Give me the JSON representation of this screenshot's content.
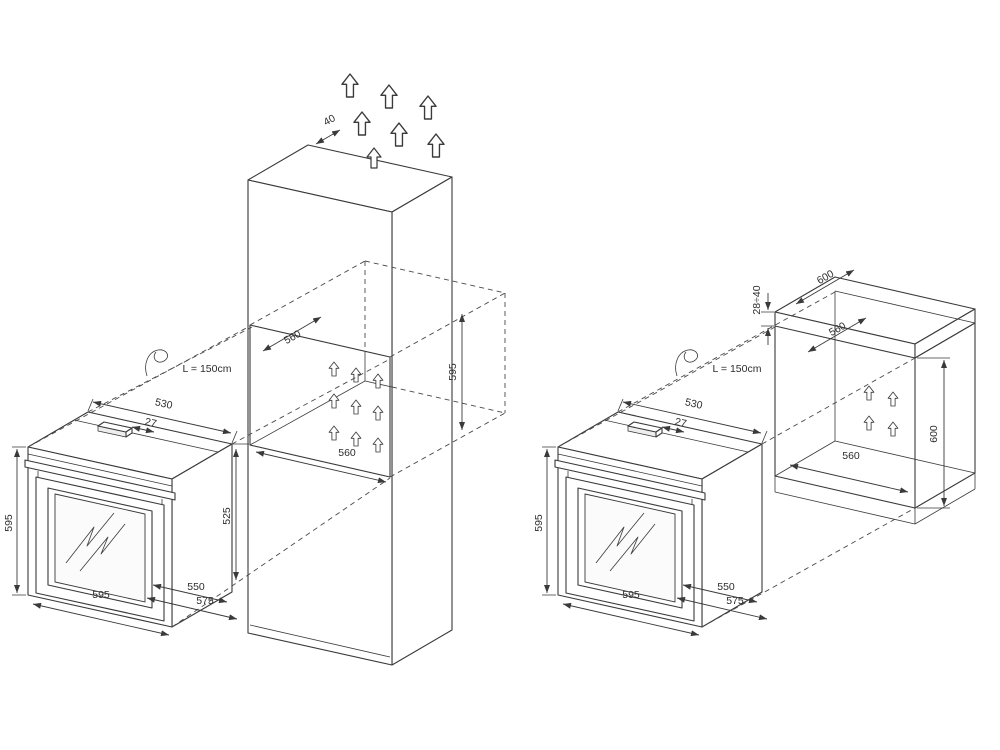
{
  "colors": {
    "ink": "#3a3a3a",
    "background": "#ffffff"
  },
  "left": {
    "labels": {
      "vent_gap": "40",
      "cable_length": "L = 150cm",
      "niche_depth": "560",
      "niche_height": "595",
      "niche_width": "560",
      "lower_section_height": "525",
      "oven_top_width": "530",
      "control_panel_depth": "27",
      "oven_height": "595",
      "oven_width": "595",
      "oven_depth": "550",
      "oven_total_depth": "575"
    }
  },
  "right": {
    "labels": {
      "worktop_thickness": "28÷40",
      "worktop_depth": "600",
      "cable_length": "L = 150cm",
      "niche_depth": "560",
      "niche_height": "600",
      "niche_width": "560",
      "oven_top_width": "530",
      "control_panel_depth": "27",
      "oven_height": "595",
      "oven_width": "595",
      "oven_depth": "550",
      "oven_total_depth": "575"
    }
  }
}
